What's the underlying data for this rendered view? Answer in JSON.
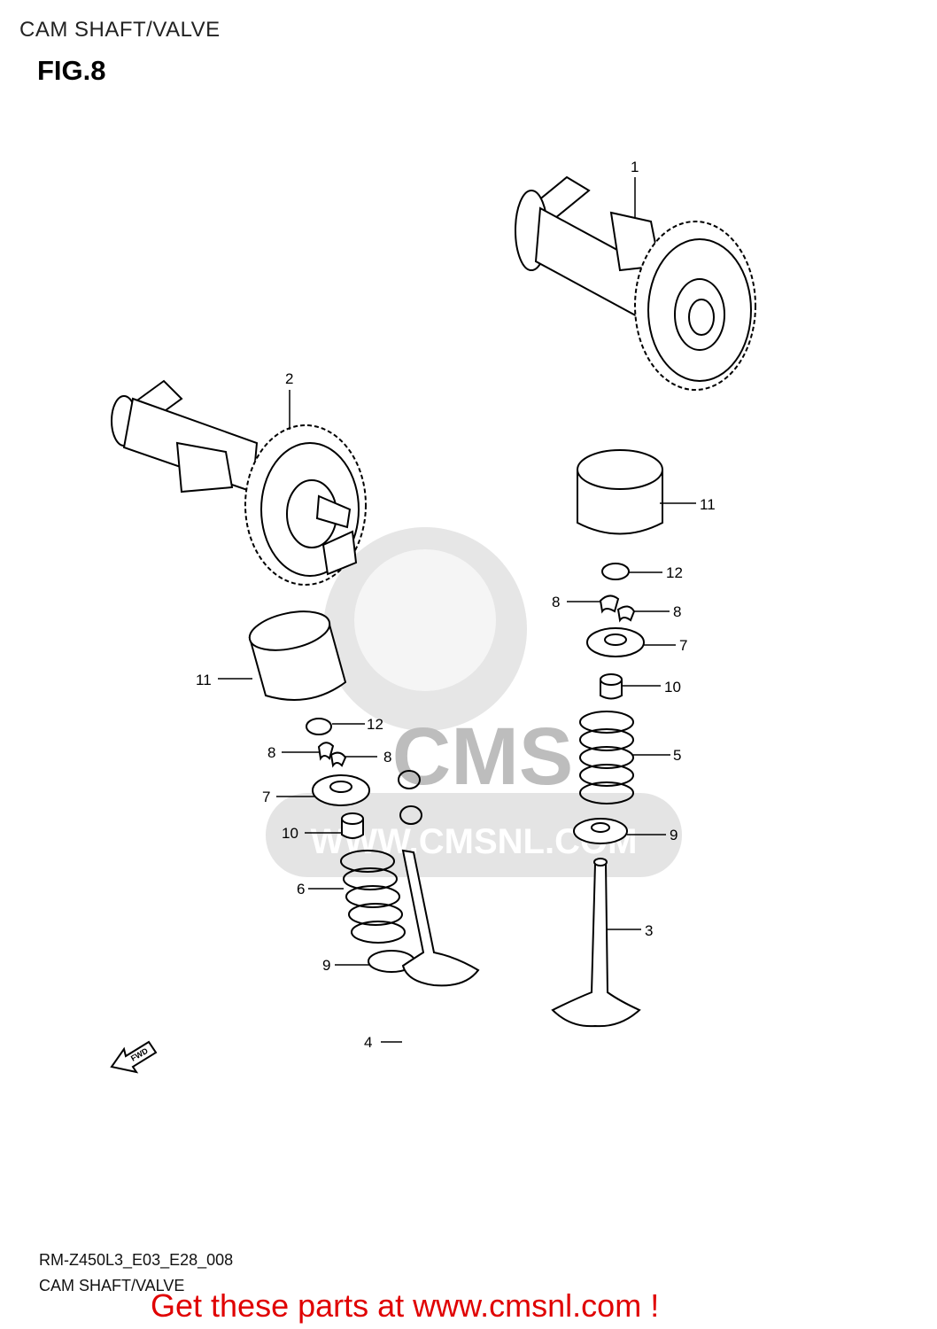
{
  "header": {
    "title": "CAM SHAFT/VALVE"
  },
  "figure": {
    "label": "FIG.8"
  },
  "watermark": {
    "logo_text": "CMS",
    "url_text": "WWW.CMSNL.COM"
  },
  "fwd_arrow": {
    "label": "FWD"
  },
  "callouts": {
    "c1": "1",
    "c2": "2",
    "c3": "3",
    "c4": "4",
    "c5": "5",
    "c6": "6",
    "c7a": "7",
    "c7b": "7",
    "c8a": "8",
    "c8b": "8",
    "c8c": "8",
    "c8d": "8",
    "c9a": "9",
    "c9b": "9",
    "c10a": "10",
    "c10b": "10",
    "c11a": "11",
    "c11b": "11",
    "c12a": "12",
    "c12b": "12"
  },
  "footer": {
    "code": "RM-Z450L3_E03_E28_008",
    "title": "CAM SHAFT/VALVE",
    "promo": "Get these parts at www.cmsnl.com !"
  },
  "colors": {
    "promo": "#e00000",
    "watermark": "#d2d2d2",
    "line": "#000000"
  }
}
